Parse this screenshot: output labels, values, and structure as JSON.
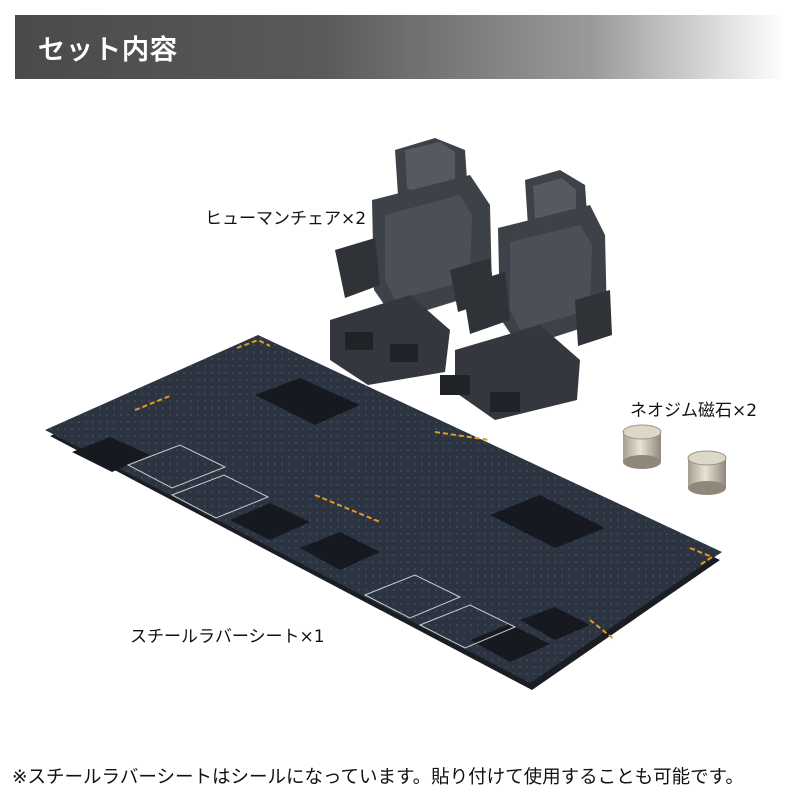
{
  "header": {
    "title": "セット内容"
  },
  "items": {
    "chair": "ヒューマンチェア×2",
    "magnet": "ネオジム磁石×2",
    "sheet": "スチールラバーシート×1"
  },
  "footer": {
    "note": "※スチールラバーシートはシールになっています。貼り付けて使用することも可能です。"
  },
  "colors": {
    "sheet": "#2b3440",
    "accent": "#e69a1e",
    "chair": "#3d4148",
    "magnet": "#c9c2b0",
    "header": "#4a4a4a"
  }
}
